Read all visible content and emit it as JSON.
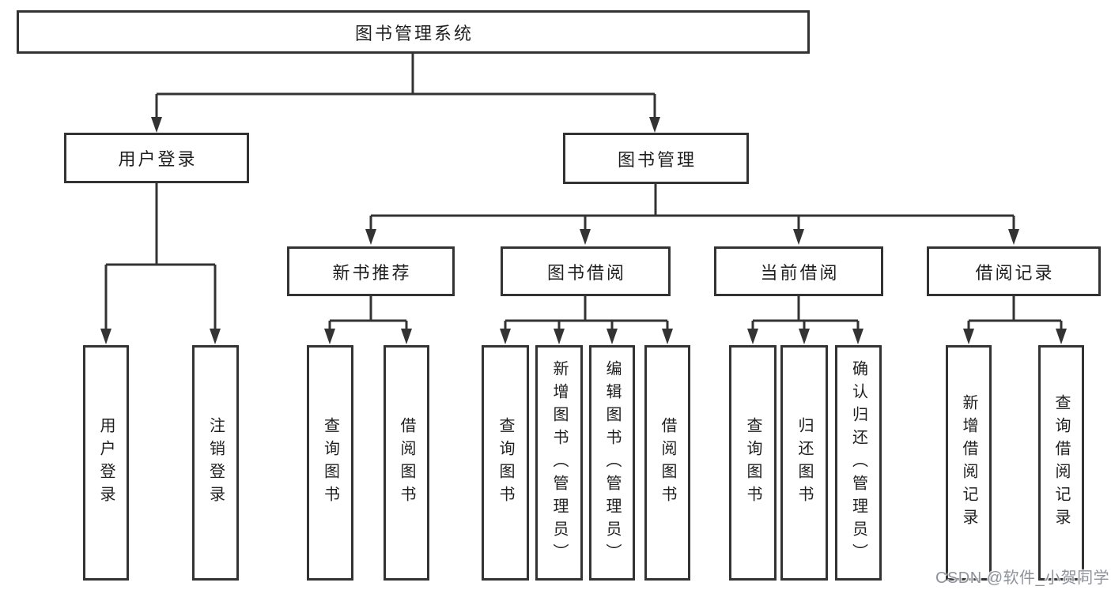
{
  "diagram": {
    "root": {
      "label": "图书管理系统"
    },
    "level2": [
      {
        "label": "用户登录"
      },
      {
        "label": "图书管理"
      }
    ],
    "level3": [
      {
        "label": "新书推荐"
      },
      {
        "label": "图书借阅"
      },
      {
        "label": "当前借阅"
      },
      {
        "label": "借阅记录"
      }
    ],
    "leaves": [
      {
        "label": "用户登录"
      },
      {
        "label": "注销登录"
      },
      {
        "label": "查询图书"
      },
      {
        "label": "借阅图书"
      },
      {
        "label": "查询图书"
      },
      {
        "label": "新增图书（管理员）"
      },
      {
        "label": "编辑图书（管理员）"
      },
      {
        "label": "借阅图书"
      },
      {
        "label": "查询图书"
      },
      {
        "label": "归还图书"
      },
      {
        "label": "确认归还（管理员）"
      },
      {
        "label": "新增借阅记录"
      },
      {
        "label": "查询借阅记录"
      }
    ]
  },
  "watermark": {
    "text": "CSDN @软件_小贺同学"
  },
  "colors": {
    "line": "#333333",
    "box_border": "#333333",
    "text": "#1f1f1f",
    "background": "#ffffff",
    "watermark": "#8d929b"
  }
}
